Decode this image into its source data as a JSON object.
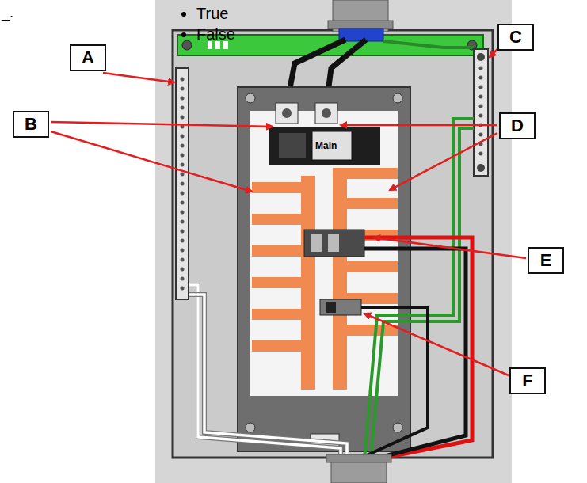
{
  "diagram": {
    "nodes": [
      {
        "text": [
          "A"
        ]
      },
      {
        "text": [
          "C"
        ]
      },
      {
        "text": [
          "B"
        ]
      },
      {
        "text": [
          "D"
        ]
      },
      {
        "text": [
          "E"
        ]
      },
      {
        "text": [
          "F"
        ]
      }
    ],
    "labels": [
      "_.",
      "True",
      "False",
      "Main"
    ]
  }
}
